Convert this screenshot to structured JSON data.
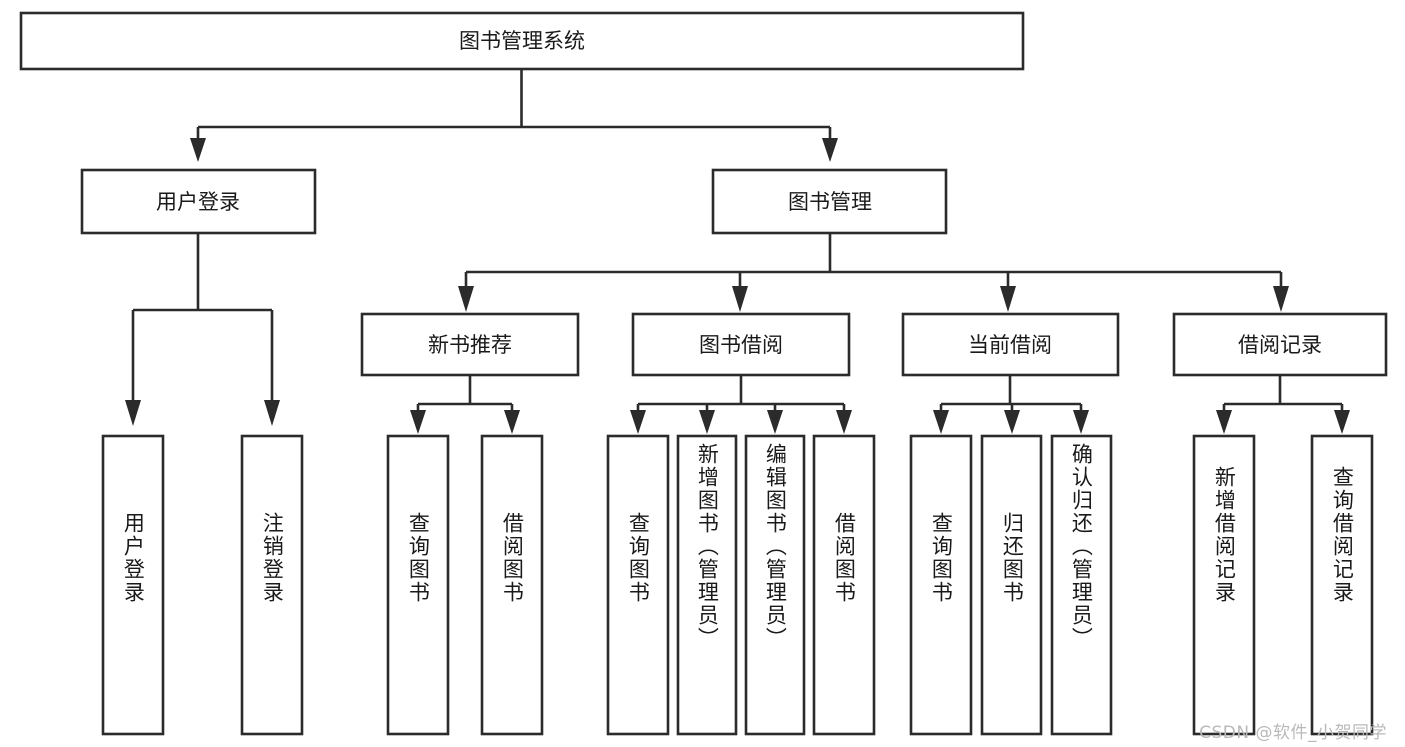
{
  "diagram": {
    "type": "tree-hierarchy",
    "title": "图书管理系统",
    "watermark": "CSDN @软件_小贺同学",
    "colors": {
      "background": "#ffffff",
      "stroke": "#2b2b2b",
      "text": "#1a1a1a",
      "watermark": "#b9b9b9"
    },
    "nodes": {
      "root": {
        "label": "图书管理系统",
        "orientation": "horizontal"
      },
      "level2": [
        {
          "id": "user-login",
          "label": "用户登录",
          "orientation": "horizontal"
        },
        {
          "id": "book-management",
          "label": "图书管理",
          "orientation": "horizontal"
        }
      ],
      "level3": [
        {
          "id": "new-book-recommend",
          "label": "新书推荐",
          "orientation": "horizontal"
        },
        {
          "id": "book-borrow",
          "label": "图书借阅",
          "orientation": "horizontal"
        },
        {
          "id": "current-borrow",
          "label": "当前借阅",
          "orientation": "horizontal"
        },
        {
          "id": "borrow-record",
          "label": "借阅记录",
          "orientation": "horizontal"
        }
      ],
      "leaves": [
        {
          "id": "leaf-user-login",
          "label": "用户登录",
          "parent": "user-login",
          "orientation": "vertical"
        },
        {
          "id": "leaf-logout-login",
          "label": "注销登录",
          "parent": "user-login",
          "orientation": "vertical"
        },
        {
          "id": "leaf-query-book-1",
          "label": "查询图书",
          "parent": "new-book-recommend",
          "orientation": "vertical"
        },
        {
          "id": "leaf-borrow-book-1",
          "label": "借阅图书",
          "parent": "new-book-recommend",
          "orientation": "vertical"
        },
        {
          "id": "leaf-query-book-2",
          "label": "查询图书",
          "parent": "book-borrow",
          "orientation": "vertical"
        },
        {
          "id": "leaf-add-book",
          "label": "新增图书（管理员）",
          "parent": "book-borrow",
          "orientation": "vertical"
        },
        {
          "id": "leaf-edit-book",
          "label": "编辑图书（管理员）",
          "parent": "book-borrow",
          "orientation": "vertical"
        },
        {
          "id": "leaf-borrow-book-2",
          "label": "借阅图书",
          "parent": "book-borrow",
          "orientation": "vertical"
        },
        {
          "id": "leaf-query-book-3",
          "label": "查询图书",
          "parent": "current-borrow",
          "orientation": "vertical"
        },
        {
          "id": "leaf-return-book",
          "label": "归还图书",
          "parent": "current-borrow",
          "orientation": "vertical"
        },
        {
          "id": "leaf-confirm-return",
          "label": "确认归还（管理员）",
          "parent": "current-borrow",
          "orientation": "vertical"
        },
        {
          "id": "leaf-add-record",
          "label": "新增借阅记录",
          "parent": "borrow-record",
          "orientation": "vertical"
        },
        {
          "id": "leaf-query-record",
          "label": "查询借阅记录",
          "parent": "borrow-record",
          "orientation": "vertical"
        }
      ]
    }
  }
}
